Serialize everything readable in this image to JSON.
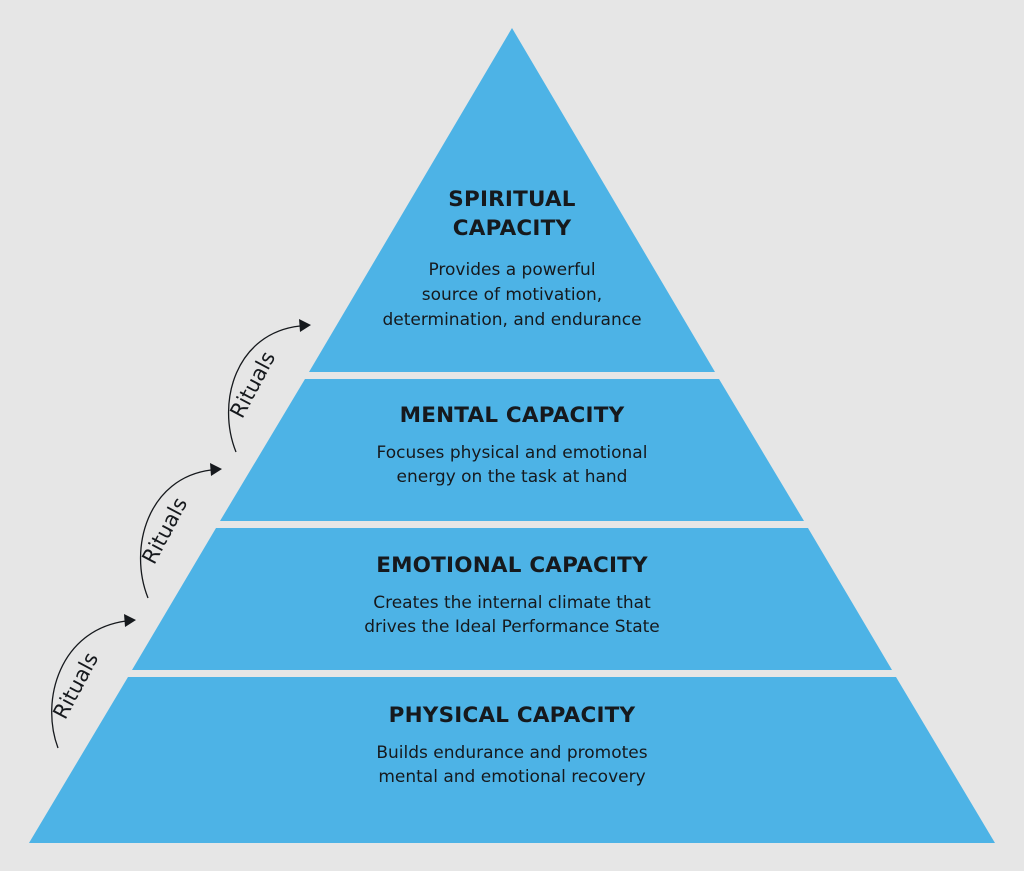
{
  "colors": {
    "background": "#e6e6e6",
    "tier_fill": "#4db3e6",
    "divider": "#ffffff",
    "text": "#16191d"
  },
  "tiers": [
    {
      "id": "spiritual",
      "title_lines": [
        "SPIRITUAL",
        "CAPACITY"
      ],
      "desc_lines": [
        "Provides a powerful",
        "source of motivation,",
        "determination, and endurance"
      ]
    },
    {
      "id": "mental",
      "title_lines": [
        "MENTAL CAPACITY"
      ],
      "desc_lines": [
        "Focuses physical and emotional",
        "energy on the task at hand"
      ]
    },
    {
      "id": "emotional",
      "title_lines": [
        "EMOTIONAL CAPACITY"
      ],
      "desc_lines": [
        "Creates the internal climate that",
        "drives the Ideal Performance State"
      ]
    },
    {
      "id": "physical",
      "title_lines": [
        "PHYSICAL CAPACITY"
      ],
      "desc_lines": [
        "Builds endurance and promotes",
        "mental and emotional recovery"
      ]
    }
  ],
  "rituals": [
    {
      "label": "Rituals"
    },
    {
      "label": "Rituals"
    },
    {
      "label": "Rituals"
    }
  ]
}
